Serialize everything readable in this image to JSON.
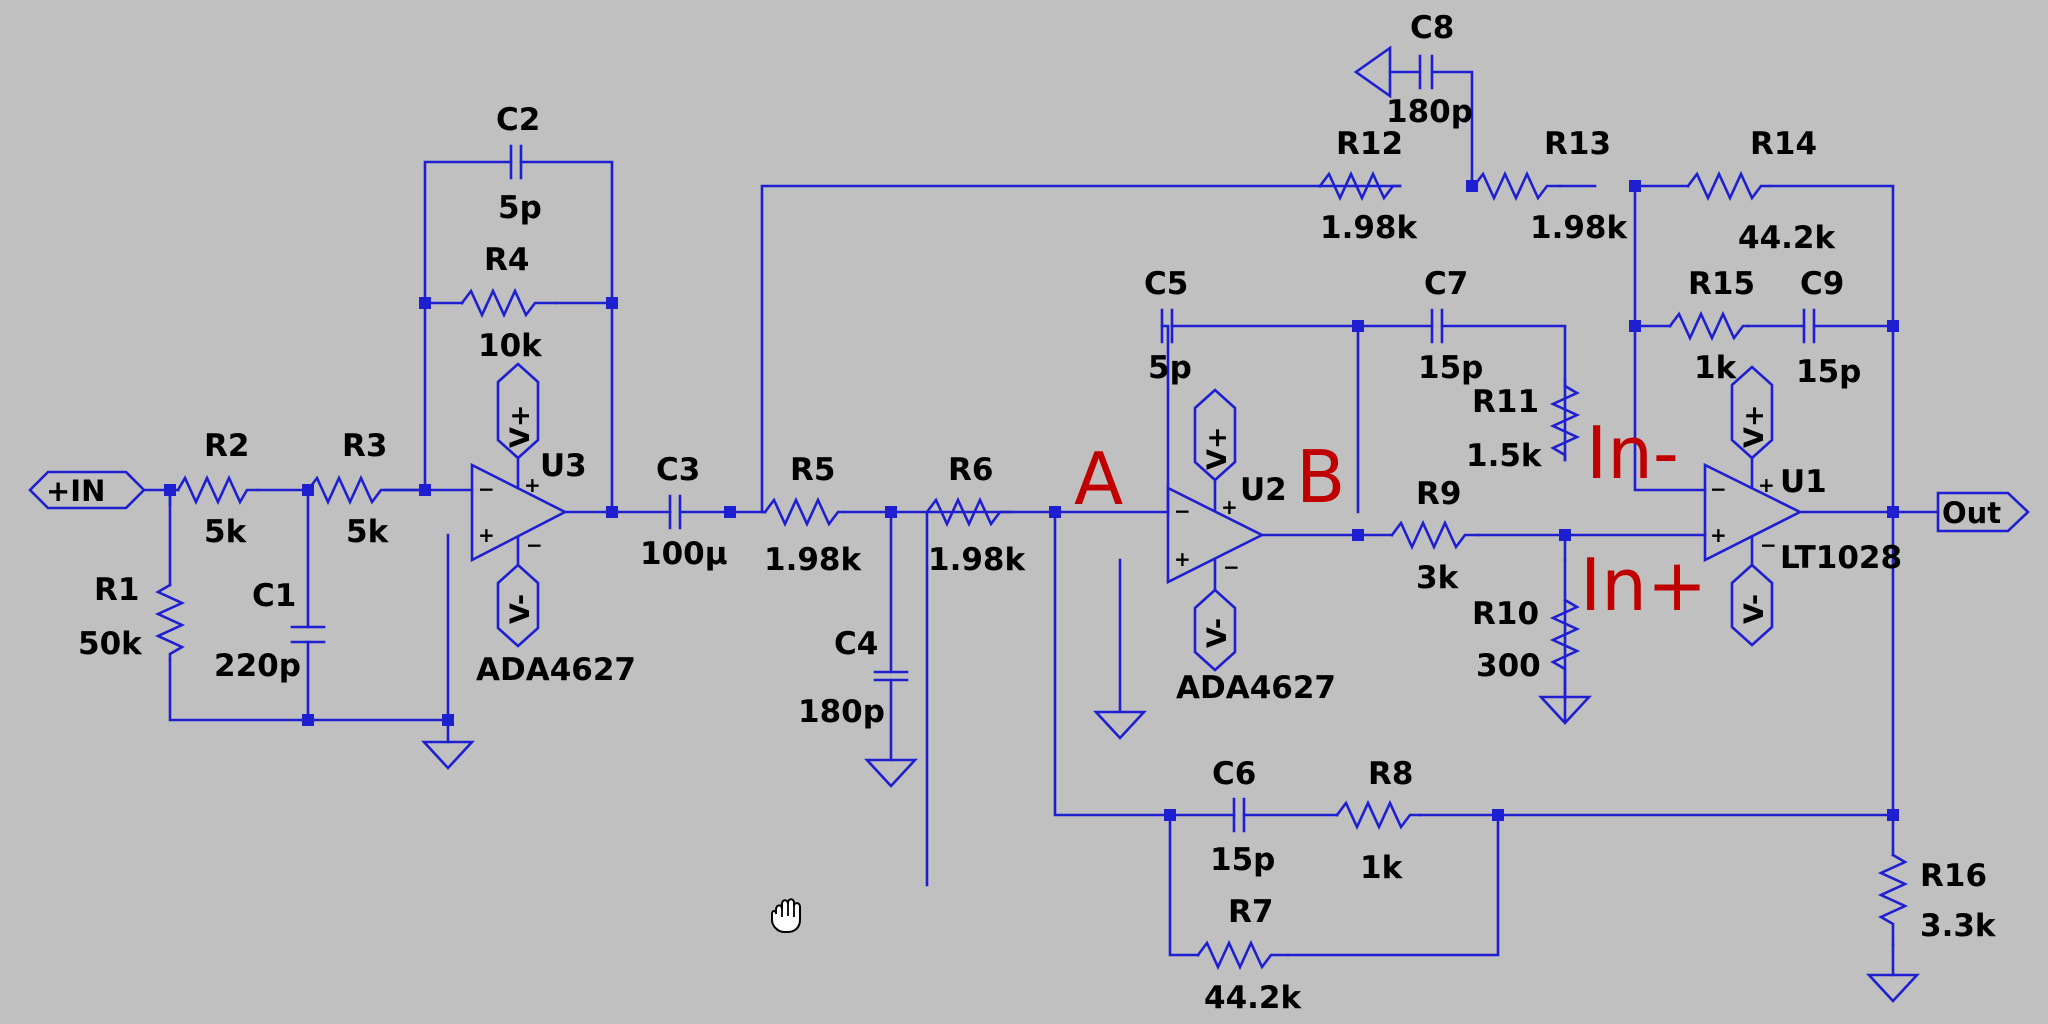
{
  "colors": {
    "background": "#c0c0c0",
    "wire": "#1f1fd2",
    "annotation": "#c00000"
  },
  "ports": {
    "input": "+IN",
    "output": "Out"
  },
  "opamps": {
    "u3": {
      "ref": "U3",
      "model": "ADA4627"
    },
    "u2": {
      "ref": "U2",
      "model": "ADA4627"
    },
    "u1": {
      "ref": "U1",
      "model": "LT1028"
    }
  },
  "pins": {
    "minus": "−",
    "plus": "+"
  },
  "rails": {
    "positive": "V+",
    "negative": "V-"
  },
  "resistors": {
    "R1": {
      "ref": "R1",
      "value": "50k"
    },
    "R2": {
      "ref": "R2",
      "value": "5k"
    },
    "R3": {
      "ref": "R3",
      "value": "5k"
    },
    "R4": {
      "ref": "R4",
      "value": "10k"
    },
    "R5": {
      "ref": "R5",
      "value": "1.98k"
    },
    "R6": {
      "ref": "R6",
      "value": "1.98k"
    },
    "R7": {
      "ref": "R7",
      "value": "44.2k"
    },
    "R8": {
      "ref": "R8",
      "value": "1k"
    },
    "R9": {
      "ref": "R9",
      "value": "3k"
    },
    "R10": {
      "ref": "R10",
      "value": "300"
    },
    "R11": {
      "ref": "R11",
      "value": "1.5k"
    },
    "R12": {
      "ref": "R12",
      "value": "1.98k"
    },
    "R13": {
      "ref": "R13",
      "value": "1.98k"
    },
    "R14": {
      "ref": "R14",
      "value": "44.2k"
    },
    "R15": {
      "ref": "R15",
      "value": "1k"
    },
    "R16": {
      "ref": "R16",
      "value": "3.3k"
    }
  },
  "capacitors": {
    "C1": {
      "ref": "C1",
      "value": "220p"
    },
    "C2": {
      "ref": "C2",
      "value": "5p"
    },
    "C3": {
      "ref": "C3",
      "value": "100µ"
    },
    "C4": {
      "ref": "C4",
      "value": "180p"
    },
    "C5": {
      "ref": "C5",
      "value": "5p"
    },
    "C6": {
      "ref": "C6",
      "value": "15p"
    },
    "C7": {
      "ref": "C7",
      "value": "15p"
    },
    "C8": {
      "ref": "C8",
      "value": "180p"
    },
    "C9": {
      "ref": "C9",
      "value": "15p"
    }
  },
  "annotations": {
    "a": "A",
    "b": "B",
    "in_minus": "In-",
    "in_plus": "In+"
  },
  "cursor": {
    "icon": "hand-grab-cursor-icon"
  }
}
